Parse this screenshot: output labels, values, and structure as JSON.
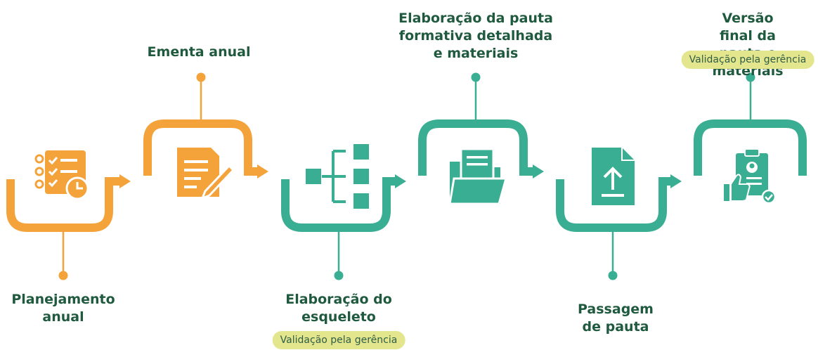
{
  "colors": {
    "orange": "#f4a23a",
    "green": "#3aae92",
    "label": "#1f5a3e",
    "badge_bg": "#e4e68e"
  },
  "steps": [
    {
      "label": "Planejamento\nanual",
      "icon": "clipboard-checklist-clock-icon",
      "color": "#f4a23a"
    },
    {
      "label": "Ementa anual",
      "icon": "document-pencil-icon",
      "color": "#f4a23a"
    },
    {
      "label": "Elaboração do\nesqueleto",
      "icon": "hierarchy-tree-icon",
      "color": "#3aae92",
      "badge": "Validação pela gerência"
    },
    {
      "label": "Elaboração da pauta\nformativa detalhada\ne materiais",
      "icon": "folder-documents-icon",
      "color": "#3aae92"
    },
    {
      "label": "Passagem\nde pauta",
      "icon": "file-upload-icon",
      "color": "#3aae92"
    },
    {
      "label": "Versão final da\npauta e materiais",
      "icon": "clipboard-thumbs-up-approved-icon",
      "color": "#3aae92",
      "badge": "Validação pela gerência"
    }
  ]
}
